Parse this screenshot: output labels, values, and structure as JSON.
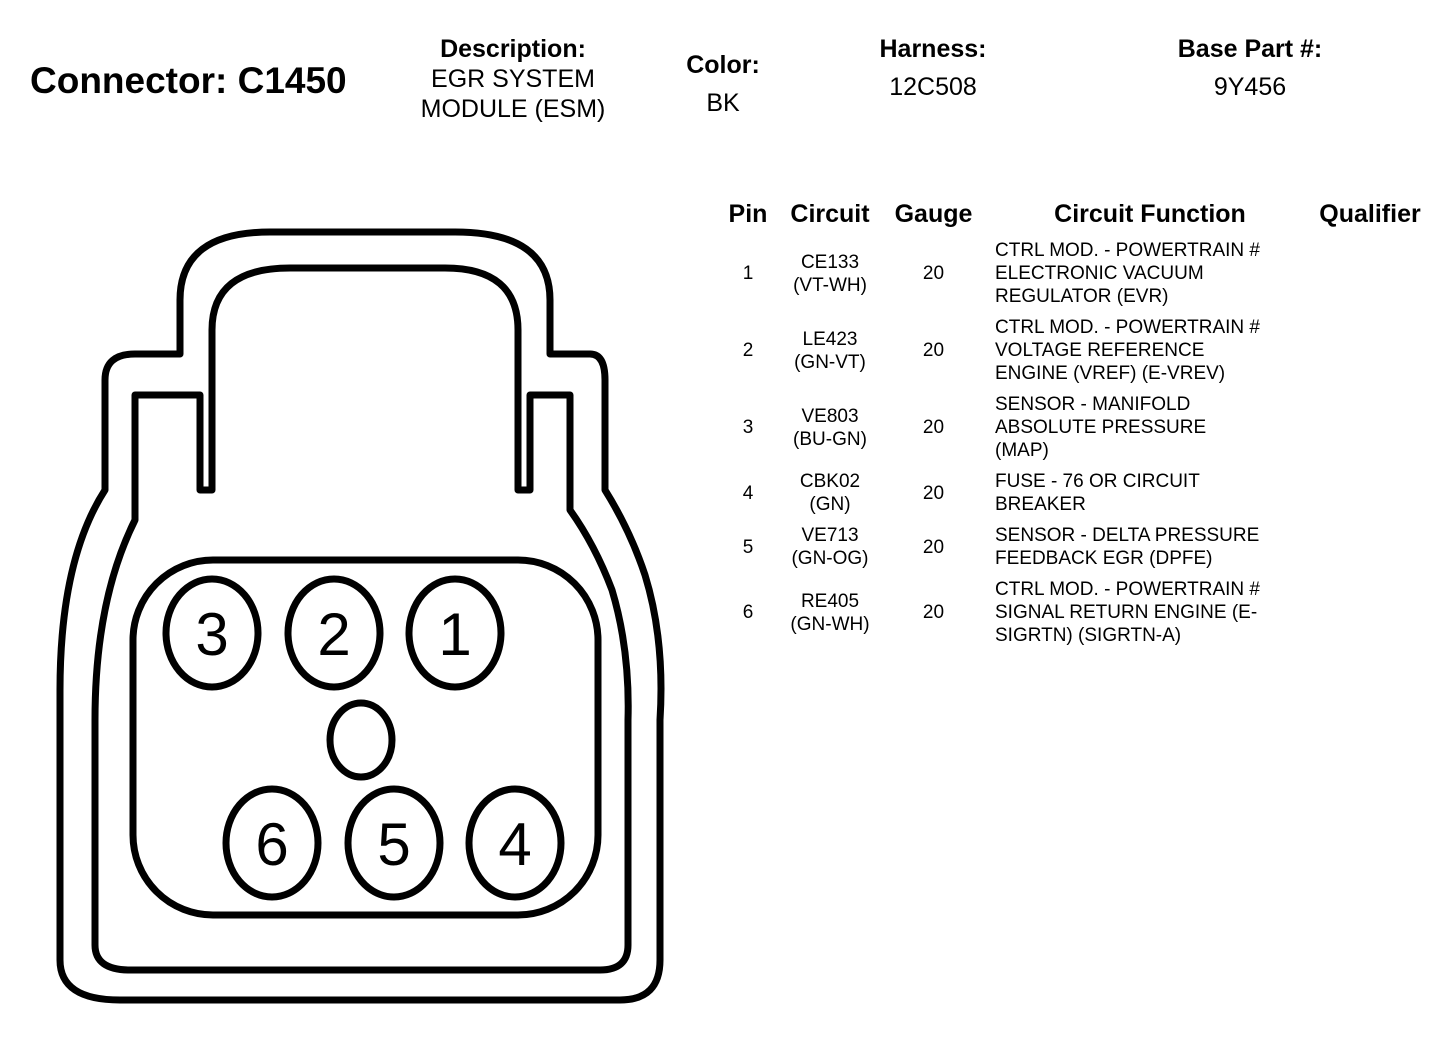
{
  "connector": {
    "label": "Connector: C1450"
  },
  "description": {
    "label": "Description:",
    "lines": [
      "EGR SYSTEM",
      "MODULE (ESM)"
    ]
  },
  "color": {
    "label": "Color:",
    "value": "BK"
  },
  "harness": {
    "label": "Harness:",
    "value": "12C508"
  },
  "base_part": {
    "label": "Base Part #:",
    "value": "9Y456"
  },
  "table": {
    "headers": [
      "Pin",
      "Circuit",
      "Gauge",
      "Circuit Function",
      "Qualifier"
    ],
    "rows": [
      {
        "pin": "1",
        "circuit": "CE133",
        "color": "(VT-WH)",
        "gauge": "20",
        "function": [
          "CTRL MOD. - POWERTRAIN #",
          "ELECTRONIC VACUUM",
          "REGULATOR (EVR)"
        ],
        "qualifier": ""
      },
      {
        "pin": "2",
        "circuit": "LE423",
        "color": "(GN-VT)",
        "gauge": "20",
        "function": [
          "CTRL MOD. - POWERTRAIN #",
          "VOLTAGE REFERENCE",
          "ENGINE (VREF) (E-VREV)"
        ],
        "qualifier": ""
      },
      {
        "pin": "3",
        "circuit": "VE803",
        "color": "(BU-GN)",
        "gauge": "20",
        "function": [
          "SENSOR - MANIFOLD",
          "ABSOLUTE PRESSURE",
          "(MAP)"
        ],
        "qualifier": ""
      },
      {
        "pin": "4",
        "circuit": "CBK02",
        "color": "(GN)",
        "gauge": "20",
        "function": [
          "FUSE - 76 OR CIRCUIT",
          "BREAKER"
        ],
        "qualifier": ""
      },
      {
        "pin": "5",
        "circuit": "VE713",
        "color": "(GN-OG)",
        "gauge": "20",
        "function": [
          "SENSOR - DELTA PRESSURE",
          "FEEDBACK EGR (DPFE)"
        ],
        "qualifier": ""
      },
      {
        "pin": "6",
        "circuit": "RE405",
        "color": "(GN-WH)",
        "gauge": "20",
        "function": [
          "CTRL MOD. - POWERTRAIN #",
          "SIGNAL RETURN ENGINE (E-",
          "SIGRTN) (SIGRTN-A)"
        ],
        "qualifier": ""
      }
    ]
  },
  "diagram": {
    "pins": [
      "3",
      "2",
      "1",
      "6",
      "5",
      "4"
    ],
    "stroke_color": "#000000"
  }
}
